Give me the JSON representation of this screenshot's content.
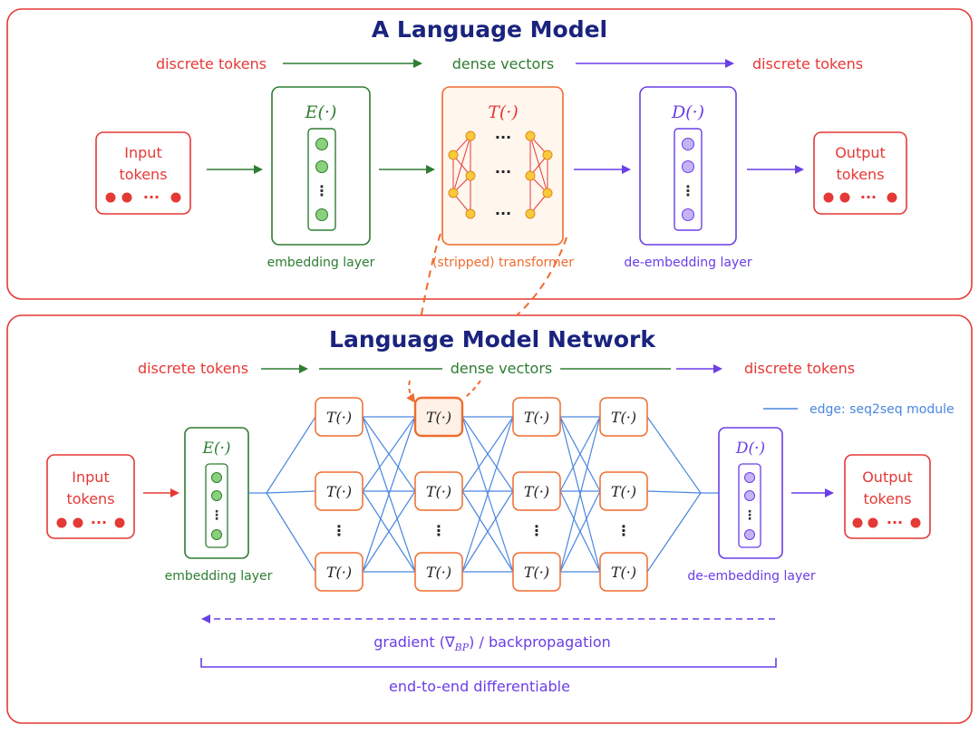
{
  "colors": {
    "red": "#e53935",
    "green": "#2e7d32",
    "purple": "#6a3ee8",
    "orange": "#ef6c2e",
    "blue": "#4a86e0",
    "navy": "#1a237e",
    "node_green": "#8bd07a",
    "node_yellow": "#f7c93b",
    "node_purple": "#c5b3f5"
  },
  "top": {
    "title": "A Language Model",
    "flow_left": "discrete tokens",
    "flow_mid": "dense vectors",
    "flow_right": "discrete tokens",
    "input_line1": "Input",
    "input_line2": "tokens",
    "output_line1": "Output",
    "output_line2": "tokens",
    "embed_fn": "E(·)",
    "trans_fn": "T(·)",
    "deembed_fn": "D(·)",
    "embed_label": "embedding layer",
    "trans_label": "(stripped) transformer",
    "deembed_label": "de-embedding layer",
    "ellipsis": "···",
    "vdots": "⋮"
  },
  "bottom": {
    "title": "Language Model Network",
    "flow_left": "discrete tokens",
    "flow_mid": "dense vectors",
    "flow_right": "discrete tokens",
    "legend": "edge: seq2seq module",
    "input_line1": "Input",
    "input_line2": "tokens",
    "output_line1": "Output",
    "output_line2": "tokens",
    "embed_fn": "E(·)",
    "deembed_fn": "D(·)",
    "node_fn": "T(·)",
    "embed_label": "embedding layer",
    "deembed_label": "de-embedding layer",
    "gradient_pre": "gradient (",
    "gradient_sym": "∇",
    "gradient_sub": "BP",
    "gradient_post": ") / backpropagation",
    "e2e": "end-to-end differentiable",
    "ellipsis": "···",
    "vdots": "⋮"
  }
}
